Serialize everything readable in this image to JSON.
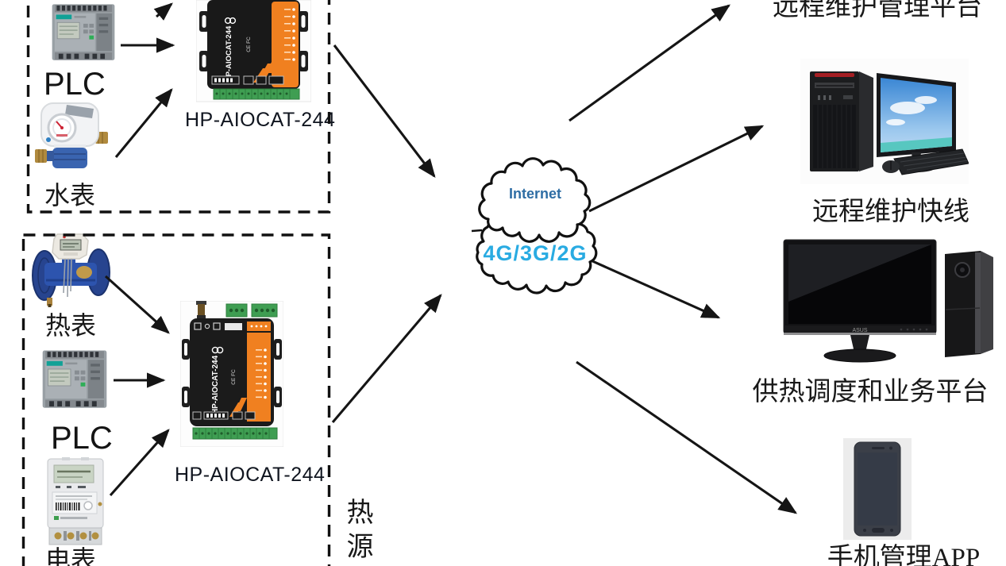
{
  "site1": {
    "plc_label": "PLC",
    "water_meter_label": "水表",
    "gateway_label": "HP-AIOCAT-244"
  },
  "site2": {
    "heat_meter_label": "热表",
    "plc_label": "PLC",
    "electric_meter_label": "电表",
    "gateway_label": "HP-AIOCAT-244",
    "zone_label": "热源"
  },
  "cloud": {
    "title": "Internet",
    "subtitle": "4G/3G/2G",
    "title_color": "#2e6da4",
    "subtitle_color": "#29abe2"
  },
  "endpoints": {
    "remote_mgmt": "远程维护管理平台",
    "remote_express": "远程维护快线",
    "heating_platform": "供热调度和业务平台",
    "mobile_app": "手机管理APP"
  },
  "device_print": {
    "gateway_model": "HP-AIOCAT-244",
    "monitor_brand": "ASUS"
  },
  "colors": {
    "arrow": "#151515",
    "gateway_orange": "#f08020",
    "terminal_green": "#3f9e52"
  },
  "connections": [
    {
      "from": "site1-plc",
      "to": "site1-gateway"
    },
    {
      "from": "site1-water-meter",
      "to": "site1-gateway"
    },
    {
      "from": "site2-heat-meter",
      "to": "site2-gateway"
    },
    {
      "from": "site2-plc",
      "to": "site2-gateway"
    },
    {
      "from": "site2-electric-meter",
      "to": "site2-gateway"
    },
    {
      "from": "site1-gateway",
      "to": "internet-cloud"
    },
    {
      "from": "site2-gateway",
      "to": "internet-cloud"
    },
    {
      "from": "internet-cloud",
      "to": "remote_mgmt"
    },
    {
      "from": "internet-cloud",
      "to": "remote_express"
    },
    {
      "from": "internet-cloud",
      "to": "heating_platform"
    },
    {
      "from": "internet-cloud",
      "to": "mobile_app"
    }
  ]
}
